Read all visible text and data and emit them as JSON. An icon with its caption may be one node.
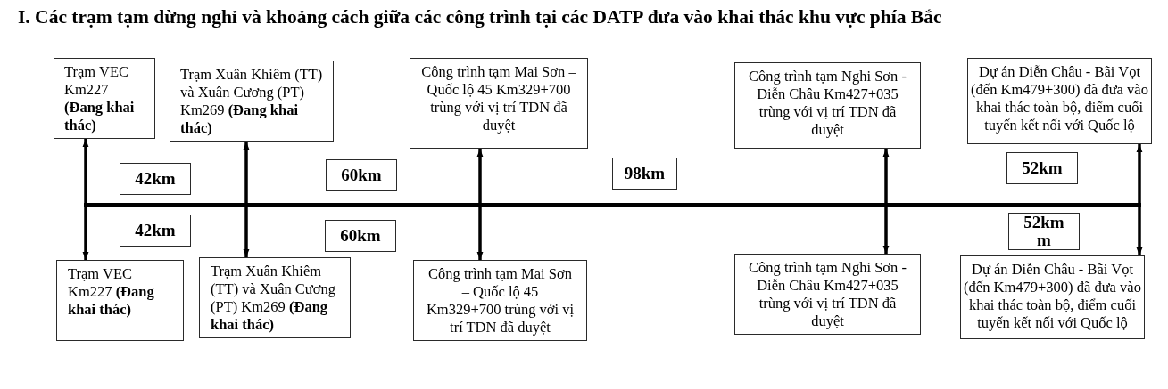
{
  "diagram": {
    "title": "I. Các trạm tạm dừng nghỉ và khoảng cách giữa các công trình tại các DATP đưa vào khai thác khu vực phía Bắc",
    "nodes": [
      {
        "text": [
          "Trạm VEC Km227 **(Đang khai thác)**"
        ]
      },
      {
        "text": [
          "Trạm Xuân Khiêm (TT) và Xuân Cương (PT) Km269 **(Đang khai thác)**"
        ]
      },
      {
        "text": [
          "Công trình tạm Mai Sơn – Quốc lộ 45 Km329+700 trùng với vị trí TDN đã duyệt"
        ]
      },
      {
        "text": [
          "Công trình tạm Nghi Sơn - Diễn Châu Km427+035 trùng với vị trí TDN đã duyệt"
        ]
      },
      {
        "text": [
          "Dự án Diễn Châu - Bãi Vọt (đến Km479+300) đã đưa vào khai thác toàn bộ, điểm cuối tuyến kết nối với Quốc lộ"
        ]
      },
      {
        "text": [
          "42km"
        ]
      },
      {
        "text": [
          "60km"
        ]
      },
      {
        "text": [
          "98km"
        ]
      },
      {
        "text": [
          "52km"
        ]
      },
      {
        "text": [
          "42km"
        ]
      },
      {
        "text": [
          "60km"
        ]
      },
      {
        "text": [
          "52km m"
        ]
      },
      {
        "text": [
          "Trạm VEC Km227 **(Đang khai thác)**"
        ]
      },
      {
        "text": [
          "Trạm Xuân Khiêm (TT) và Xuân Cương (PT) Km269 **(Đang khai thác)**"
        ]
      },
      {
        "text": [
          "Công trình tạm Mai Sơn – Quốc lộ 45 Km329+700 trùng với vị trí TDN đã duyệt"
        ]
      },
      {
        "text": [
          "Công trình tạm Nghi Sơn - Diễn Châu Km427+035 trùng với vị trí TDN đã duyệt"
        ]
      },
      {
        "text": [
          "Dự án Diễn Châu - Bãi Vọt (đến Km479+300) đã đưa vào khai thác toàn bộ, điểm cuối tuyến kết nối với Quốc lộ"
        ]
      }
    ],
    "edges": [
      {
        "from": 0,
        "to": 12,
        "arrow": "both"
      },
      {
        "from": 1,
        "to": 13,
        "arrow": "both"
      },
      {
        "from": 2,
        "to": 14,
        "arrow": "both"
      },
      {
        "from": 3,
        "to": 15,
        "arrow": "both"
      },
      {
        "from": 4,
        "to": 16,
        "arrow": "both"
      }
    ]
  }
}
